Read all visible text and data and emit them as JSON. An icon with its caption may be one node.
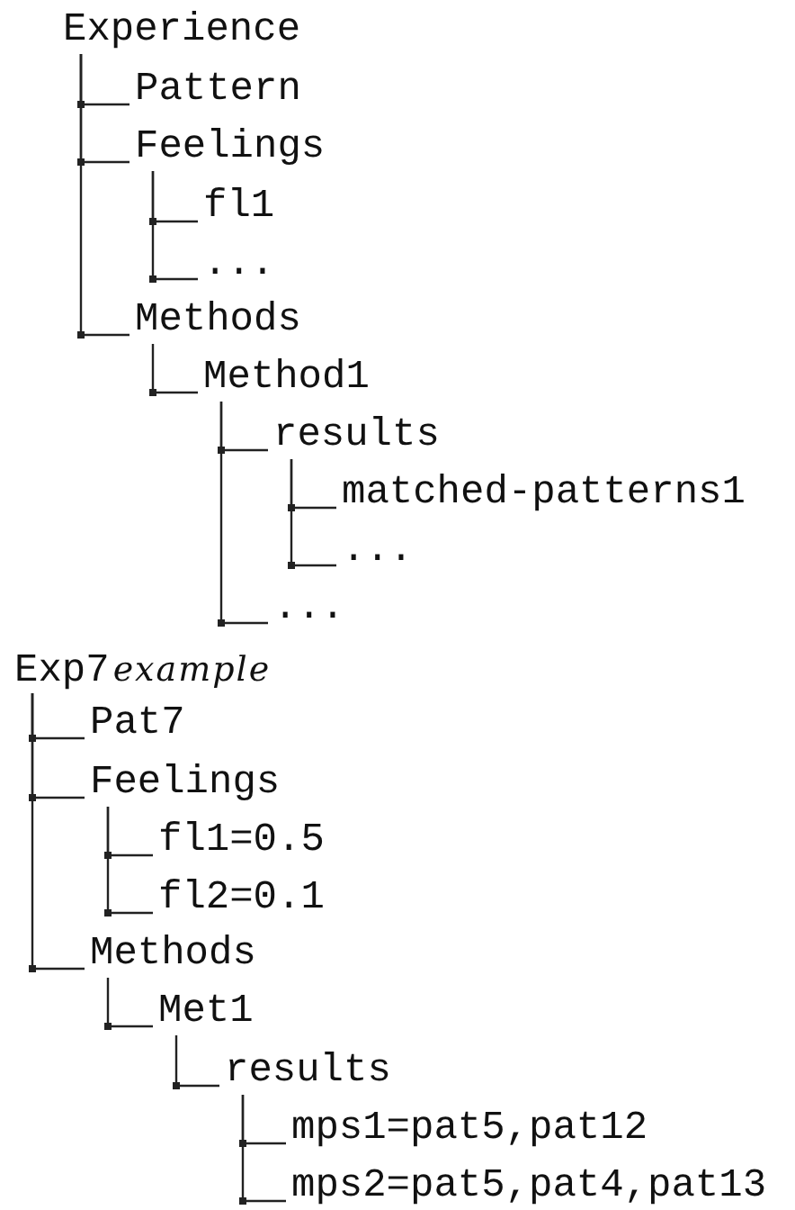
{
  "diagram": {
    "nodes": [
      {
        "text": [
          "Experience"
        ]
      },
      {
        "text": [
          "Pattern"
        ]
      },
      {
        "text": [
          "Feelings"
        ]
      },
      {
        "text": [
          "fl1"
        ]
      },
      {
        "text": [
          "..."
        ]
      },
      {
        "text": [
          "Methods"
        ]
      },
      {
        "text": [
          "Method1"
        ]
      },
      {
        "text": [
          "results"
        ]
      },
      {
        "text": [
          "matched-patterns1"
        ]
      },
      {
        "text": [
          "..."
        ]
      },
      {
        "text": [
          "..."
        ]
      },
      {
        "text": [
          "Exp7",
          "example"
        ]
      },
      {
        "text": [
          "Pat7"
        ]
      },
      {
        "text": [
          "Feelings"
        ]
      },
      {
        "text": [
          "fl1=0.5"
        ]
      },
      {
        "text": [
          "fl2=0.1"
        ]
      },
      {
        "text": [
          "Methods"
        ]
      },
      {
        "text": [
          "Met1"
        ]
      },
      {
        "text": [
          "results"
        ]
      },
      {
        "text": [
          "mps1=pat5,pat12"
        ]
      },
      {
        "text": [
          "mps2=pat5,pat4,pat13"
        ]
      }
    ],
    "edges": [
      {
        "from": 0,
        "to": 1,
        "arrow": "none"
      },
      {
        "from": 0,
        "to": 2,
        "arrow": "none"
      },
      {
        "from": 0,
        "to": 5,
        "arrow": "none"
      },
      {
        "from": 2,
        "to": 3,
        "arrow": "none"
      },
      {
        "from": 2,
        "to": 4,
        "arrow": "none"
      },
      {
        "from": 5,
        "to": 6,
        "arrow": "none"
      },
      {
        "from": 6,
        "to": 7,
        "arrow": "none"
      },
      {
        "from": 6,
        "to": 10,
        "arrow": "none"
      },
      {
        "from": 7,
        "to": 8,
        "arrow": "none"
      },
      {
        "from": 7,
        "to": 9,
        "arrow": "none"
      },
      {
        "from": 11,
        "to": 12,
        "arrow": "none"
      },
      {
        "from": 11,
        "to": 13,
        "arrow": "none"
      },
      {
        "from": 11,
        "to": 16,
        "arrow": "none"
      },
      {
        "from": 13,
        "to": 14,
        "arrow": "none"
      },
      {
        "from": 13,
        "to": 15,
        "arrow": "none"
      },
      {
        "from": 16,
        "to": 17,
        "arrow": "none"
      },
      {
        "from": 17,
        "to": 18,
        "arrow": "none"
      },
      {
        "from": 18,
        "to": 19,
        "arrow": "none"
      },
      {
        "from": 18,
        "to": 20,
        "arrow": "none"
      }
    ]
  }
}
